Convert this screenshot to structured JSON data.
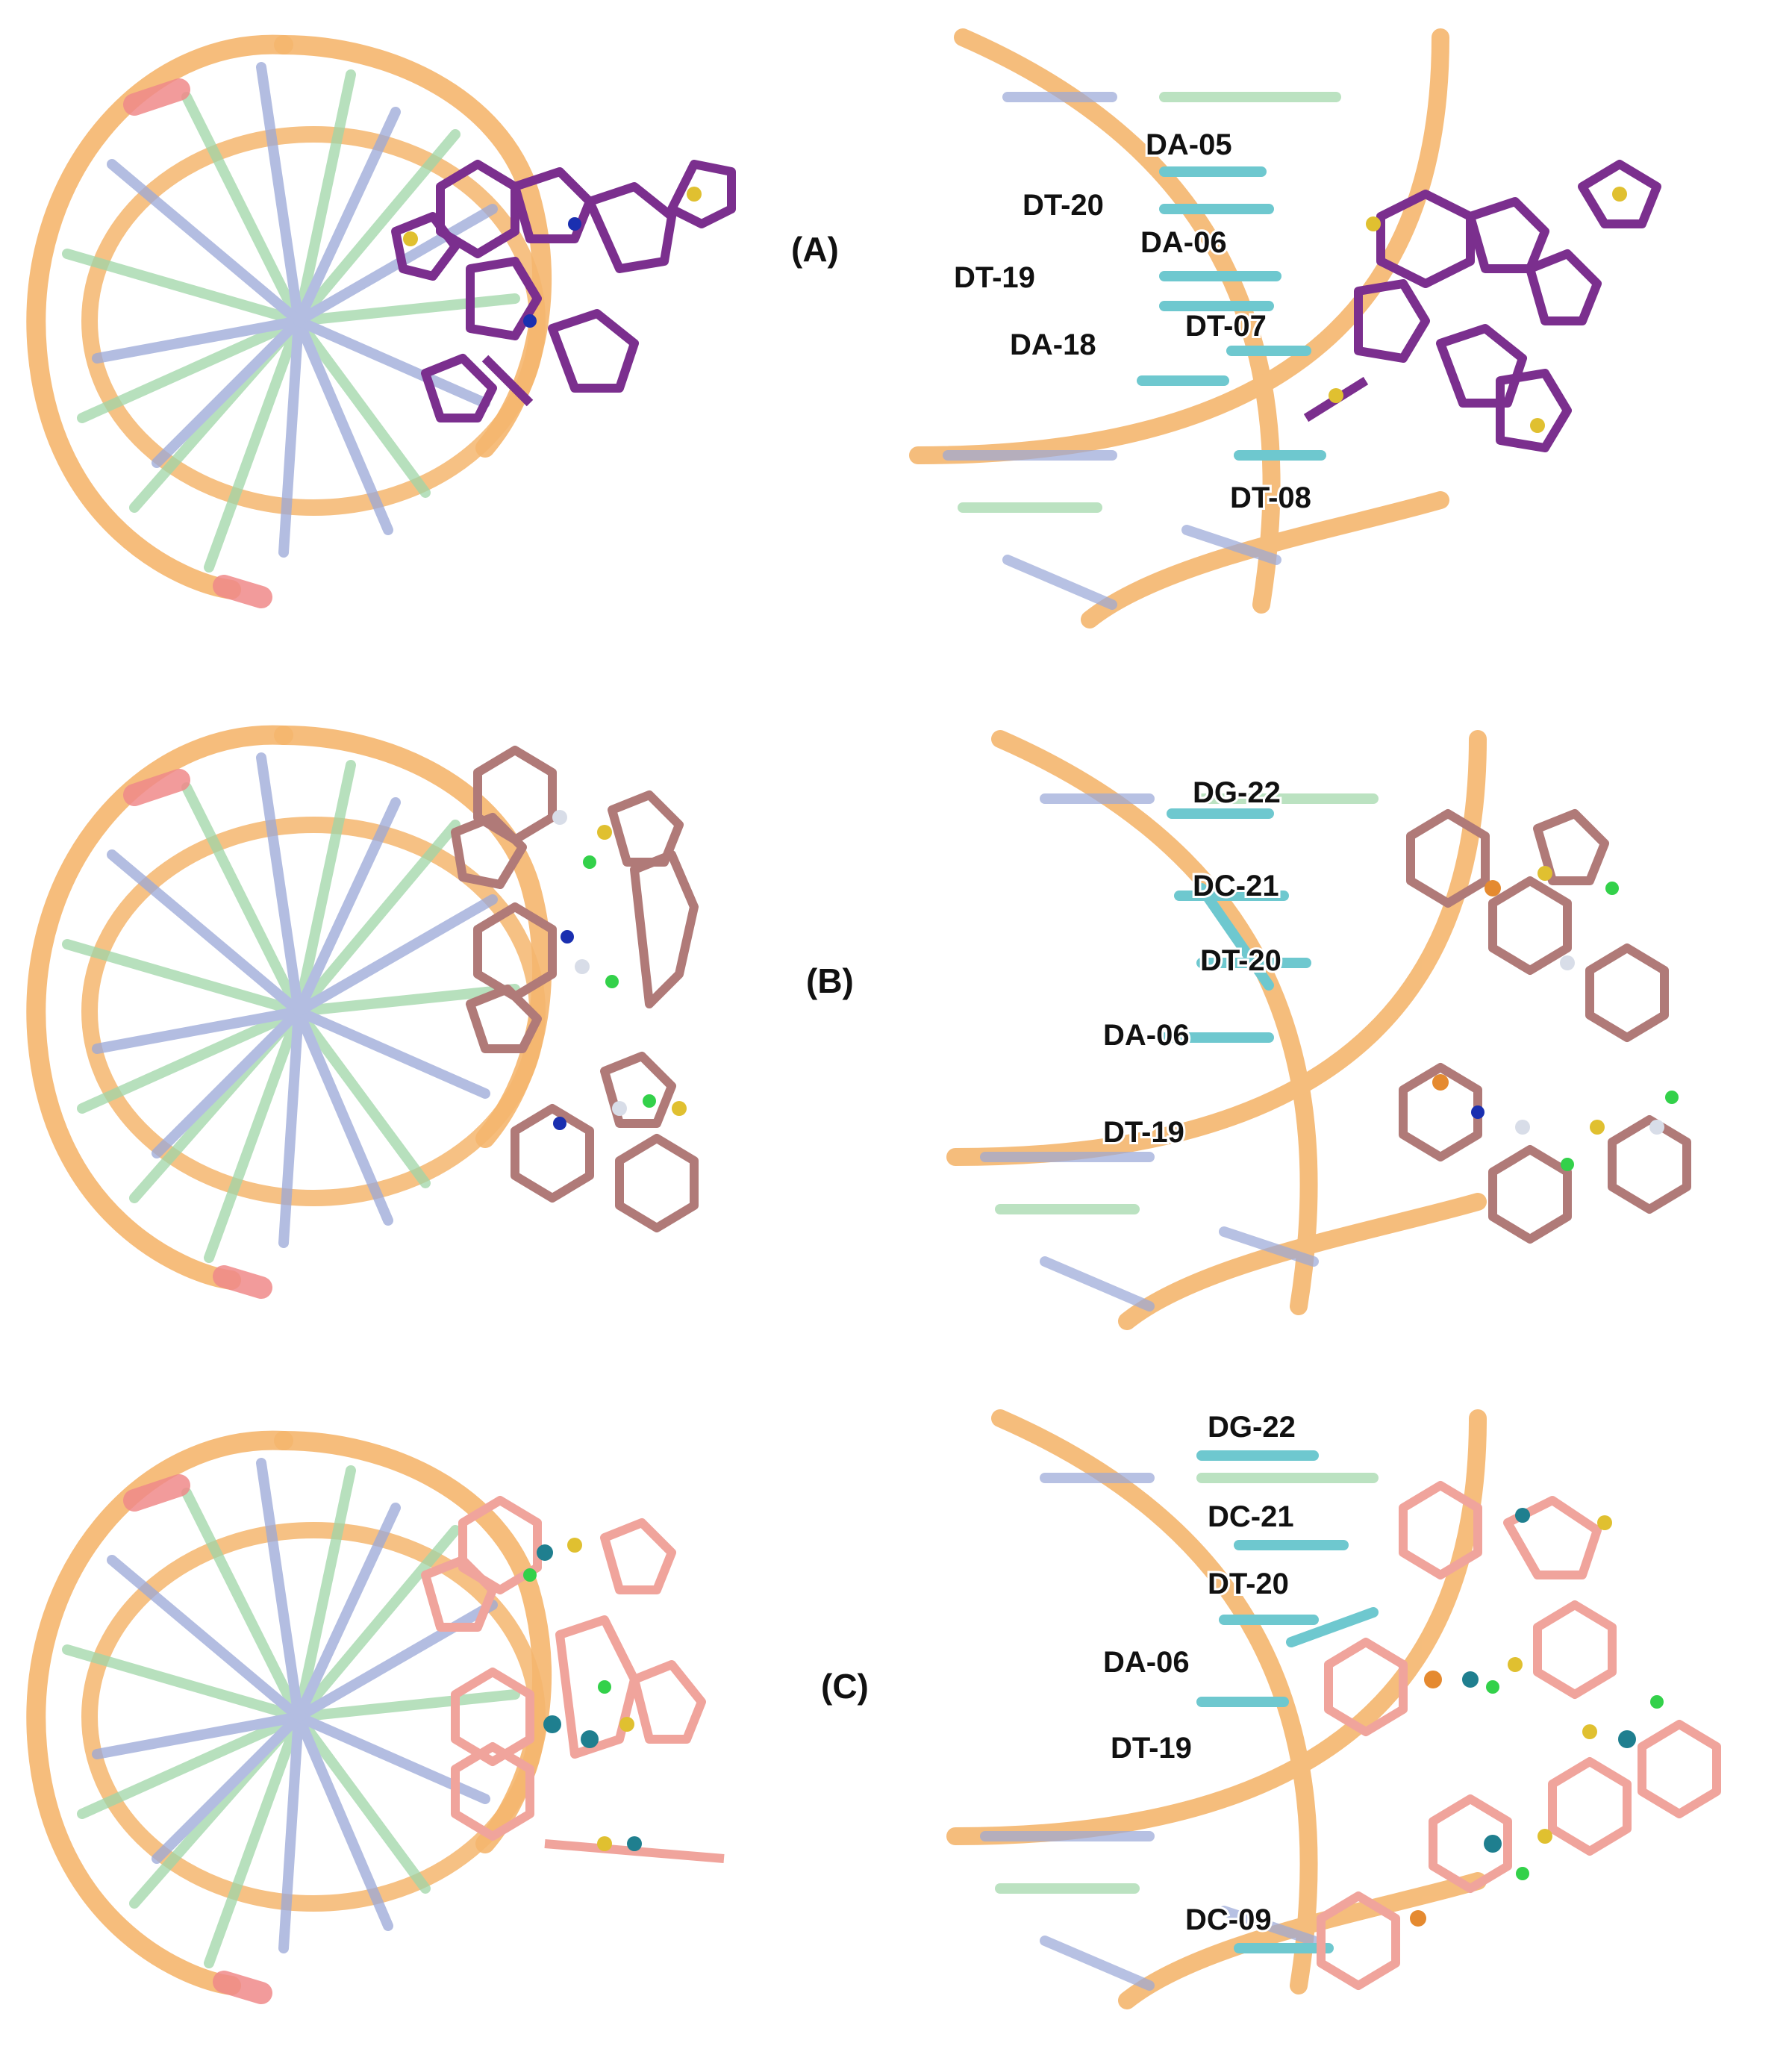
{
  "panels": [
    {
      "label": "(A)",
      "residues": [
        "DA-05",
        "DT-20",
        "DA-06",
        "DT-19",
        "DT-07",
        "DA-18",
        "DT-08"
      ]
    },
    {
      "label": "(B)",
      "residues": [
        "DG-22",
        "DC-21",
        "DT-20",
        "DA-06",
        "DT-19"
      ]
    },
    {
      "label": "(C)",
      "residues": [
        "DG-22",
        "DC-21",
        "DT-20",
        "DA-06",
        "DT-19",
        "DC-09"
      ]
    }
  ],
  "colors": {
    "dna_backbone": "#f5b66e",
    "backbone_end": "#f08a8a",
    "base_pair_blue": "#9aa8d8",
    "base_pair_green": "#9fd6a8",
    "ligand_A": "#7b2f8e",
    "ligand_B": "#b07a78",
    "ligand_C": "#f0a49c",
    "residue_cyan": "#6ec8cf",
    "sulfur": "#e0c030",
    "nitrogen": "#1a2fb0",
    "chlorine": "#33d14a",
    "metal_B": "#d8dde8",
    "metal_C": "#1f7f8f"
  }
}
